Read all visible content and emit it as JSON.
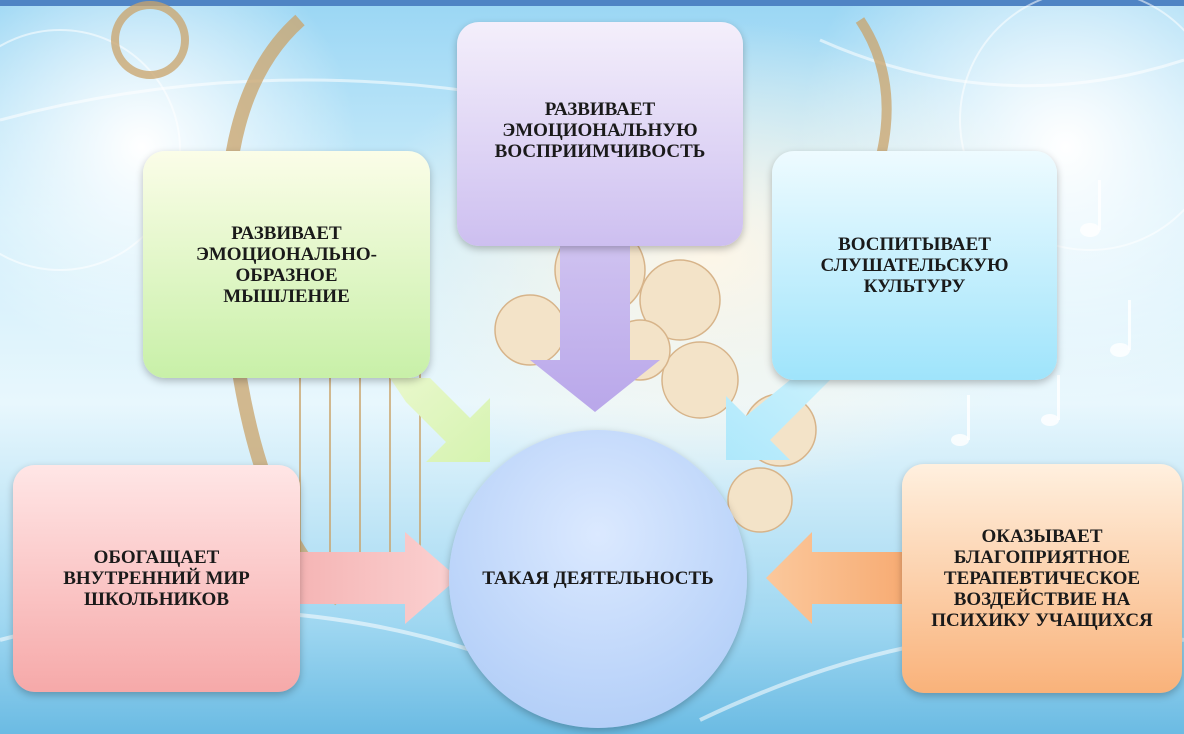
{
  "center": {
    "label": "ТАКАЯ ДЕЯТЕЛЬНОСТЬ"
  },
  "boxes": {
    "top": [
      "РАЗВИВАЕТ",
      "ЭМОЦИОНАЛЬНУЮ",
      "ВОСПРИИМЧИВОСТЬ"
    ],
    "left": [
      "РАЗВИВАЕТ",
      "ЭМОЦИОНАЛЬНО-",
      "ОБРАЗНОЕ",
      "МЫШЛЕНИЕ"
    ],
    "right": [
      "ВОСПИТЫВАЕТ",
      "СЛУШАТЕЛЬСКУЮ",
      "КУЛЬТУРУ"
    ],
    "bottom_left": [
      "ОБОГАЩАЕТ",
      "ВНУТРЕННИЙ МИР",
      "ШКОЛЬНИКОВ"
    ],
    "bottom_right": [
      "ОКАЗЫВАЕТ",
      "БЛАГОПРИЯТНОЕ",
      "ТЕРАПЕВТИЧЕСКОЕ",
      "ВОЗДЕЙСТВИЕ НА",
      "ПСИХИКУ УЧАЩИХСЯ"
    ]
  },
  "colors": {
    "top_bar": "#4f84c4",
    "box_top": "#cdbff0",
    "box_left": "#c8f0a8",
    "box_right": "#9fe4fb",
    "box_bottom_left": "#f6a9a9",
    "box_bottom_right": "#f9b27a",
    "center": "#a9c8f6"
  },
  "background": {
    "decor": [
      "harp-illustration",
      "music-notes",
      "light-rays"
    ]
  }
}
